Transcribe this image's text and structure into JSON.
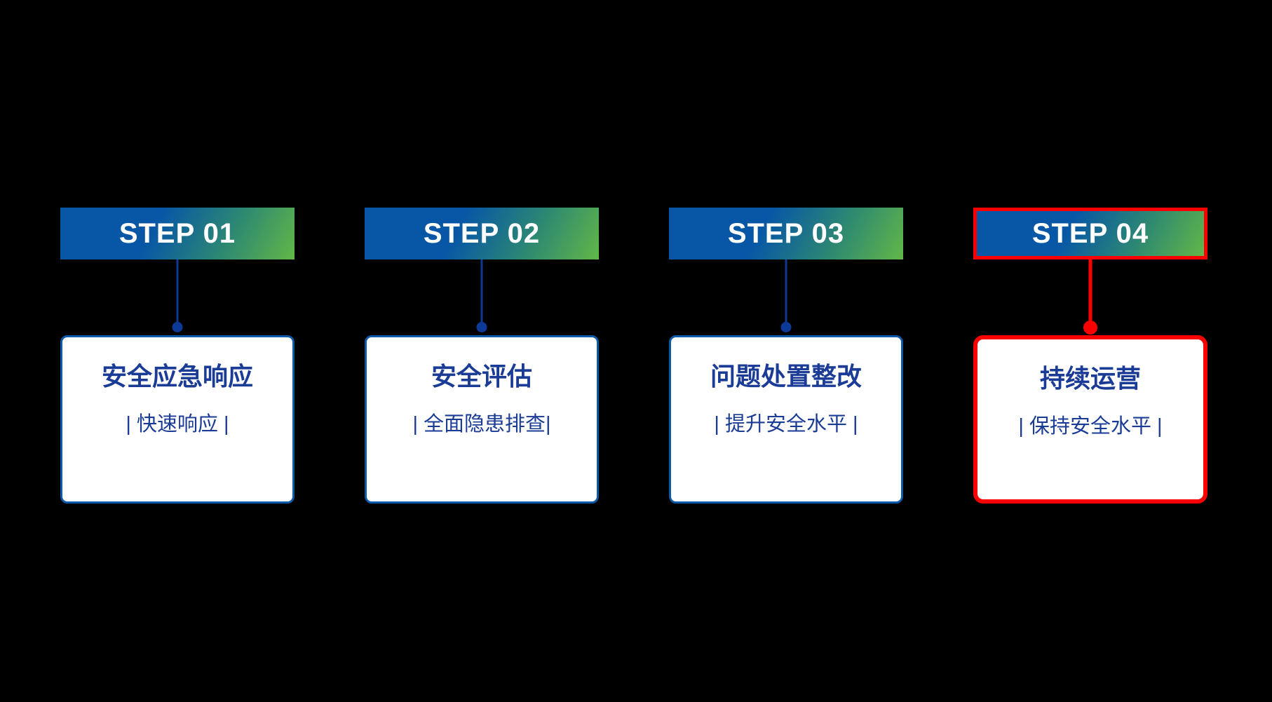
{
  "canvas": {
    "background_color": "#000000"
  },
  "colors": {
    "header_gradient_start": "#0757a6",
    "header_gradient_end": "#62b747",
    "connector_blue": "#0d3a97",
    "card_border_blue": "#0f5aa8",
    "text_navy": "#1b3c96",
    "highlight_red": "#fb0000",
    "step_label_text": "#ffffff",
    "card_background": "#ffffff"
  },
  "steps": [
    {
      "step_label": "STEP 01",
      "title": "安全应急响应",
      "subtitle": "| 快速响应 |",
      "highlighted": false
    },
    {
      "step_label": "STEP 02",
      "title": "安全评估",
      "subtitle": "| 全面隐患排查|",
      "highlighted": false
    },
    {
      "step_label": "STEP 03",
      "title": "问题处置整改",
      "subtitle": "| 提升安全水平 |",
      "highlighted": false
    },
    {
      "step_label": "STEP 04",
      "title": "持续运营",
      "subtitle": "| 保持安全水平 |",
      "highlighted": true
    }
  ]
}
